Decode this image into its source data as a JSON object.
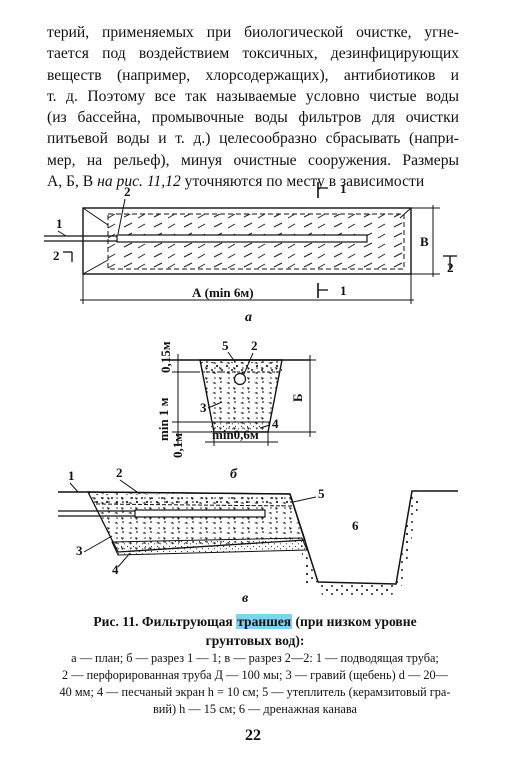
{
  "body_lines": [
    "терий, применяемых при биологической очистке, угне-",
    "тается под воздействием токсичных, дезинфицирующих",
    "веществ (например, хлорсодержащих), антибиотиков и",
    "т. д. Поэтому все так называемые условно чистые воды",
    "(из бассейна, промывочные воды фильтров для очистки",
    "питьевой воды и т. д.) целесообразно сбрасывать (напри-",
    "мер, на рельеф), минуя очистные сооружения. Размеры"
  ],
  "body_last": {
    "before": "А, Б, В ",
    "ref": "на рис. 11,12",
    "after": " уточняются по месту в зависимости"
  },
  "figure": {
    "a": {
      "label_1": "1",
      "label_2": "2",
      "label_2_side": "2",
      "label_2_right": "2",
      "section_top": "1",
      "section_bottom": "1",
      "dim_a": "А (min 6м)",
      "dim_v": "В",
      "sub": "а"
    },
    "b": {
      "label_5": "5",
      "label_2": "2",
      "label_3": "3",
      "label_4": "4",
      "dim_015": "0,15м",
      "dim_1": "min 1 м",
      "dim_01": "0,1м",
      "dim_06": "min0,6м",
      "dim_b": "Б",
      "sub": "б"
    },
    "c": {
      "label_1": "1",
      "label_2": "2",
      "label_3": "3",
      "label_4": "4",
      "label_5": "5",
      "label_6": "6",
      "sub": "в"
    }
  },
  "caption": {
    "prefix": "Рис. 11. Фильтрующая ",
    "highlight": "траншея",
    "suffix": " (при низком уровне",
    "line2": "грунтовых вод):",
    "legend_lines": [
      "а — план; б — разрез 1 — 1; в — разрез 2—2: 1 — подводящая труба;",
      "2 — перфорированная труба Д — 100 мы; 3 — гравий (щебень) d — 20—",
      "40 мм; 4 — песчаный экран h = 10 см; 5 — утеплитель (керамзитовый гра-",
      "вий) h — 15 см; 6 — дренажная канава"
    ]
  },
  "page_number": "22"
}
